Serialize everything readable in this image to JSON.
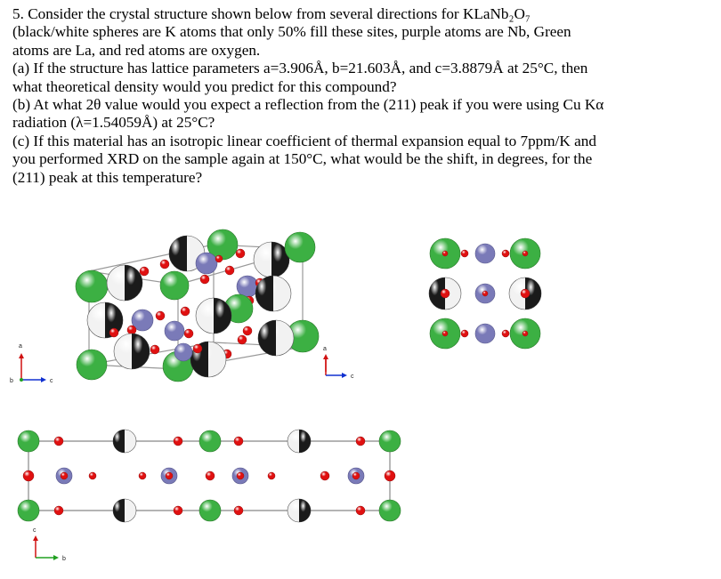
{
  "problem": {
    "lines": [
      "5. Consider the crystal structure shown below from several directions for KLaNb₂O₇",
      "(black/white spheres are K atoms that only 50% fill these sites, purple atoms are Nb, Green",
      "atoms are La, and red atoms are oxygen.",
      "(a) If the structure has lattice parameters a=3.906Å, b=21.603Å, and c=3.8879Å at 25°C, then",
      "what theoretical density would you predict for this compound?",
      "(b) At what 2θ value would you expect a reflection from the (211) peak if you were using Cu Kα",
      "radiation (λ=1.54059Å) at 25°C?",
      "(c) If this material has an isotropic linear coefficient of thermal expansion equal to 7ppm/K and",
      "you performed XRD on the sample again at 150°C, what would be the shift, in degrees, for the",
      "(211) peak at this temperature?"
    ]
  },
  "figures": {
    "view1": {
      "axis_up": "a",
      "axis_right": "c",
      "axis_origin": "b"
    },
    "view2": {
      "axis_up": "a",
      "axis_right": "c"
    },
    "view3": {
      "axis_up": "c",
      "axis_right": "b"
    }
  },
  "colors": {
    "k_atom": "#1a1a1a",
    "k_atom_light": "#f2f2f2",
    "la_atom": "#3cb043",
    "nb_atom": "#7a7ab8",
    "o_atom": "#e01010",
    "axis_a": "#d01010",
    "axis_c": "#1030d0",
    "axis_b": "#20a020",
    "bond": "#888888"
  }
}
